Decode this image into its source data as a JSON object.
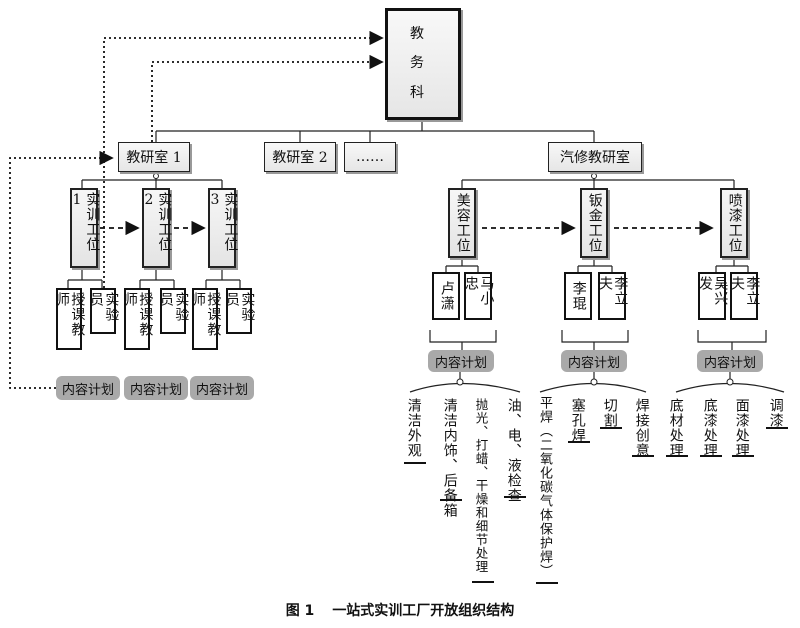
{
  "root": {
    "label": "教\n务\n科"
  },
  "offices": [
    {
      "label": "教研室 1"
    },
    {
      "label": "教研室 2"
    },
    {
      "label": "……"
    },
    {
      "label": "汽修教研室"
    }
  ],
  "left_stations": [
    {
      "label": "实训工位1"
    },
    {
      "label": "实训工位2"
    },
    {
      "label": "实训工位3"
    }
  ],
  "left_roles": {
    "teacher": "授课教师",
    "lab": "实验员"
  },
  "plan_label": "内容计划",
  "auto_stations": [
    {
      "label": "美容工位",
      "staff": [
        "卢潇",
        "马小忠"
      ],
      "tasks": [
        "清洁外观",
        "清洁内饰、后备箱",
        "抛光、打蜡、干燥和细节处理",
        "油、电、液检查"
      ]
    },
    {
      "label": "钣金工位",
      "staff": [
        "李琨",
        "李立夫"
      ],
      "tasks": [
        "平焊（二氧化碳气体保护焊）",
        "塞孔焊",
        "切割",
        "焊接创意"
      ]
    },
    {
      "label": "喷漆工位",
      "staff": [
        "吴兴发",
        "李立夫"
      ],
      "tasks": [
        "底材处理",
        "底漆处理",
        "面漆处理",
        "调漆"
      ]
    }
  ],
  "caption": {
    "number": "图 1",
    "title": "一站式实训工厂开放组织结构"
  }
}
